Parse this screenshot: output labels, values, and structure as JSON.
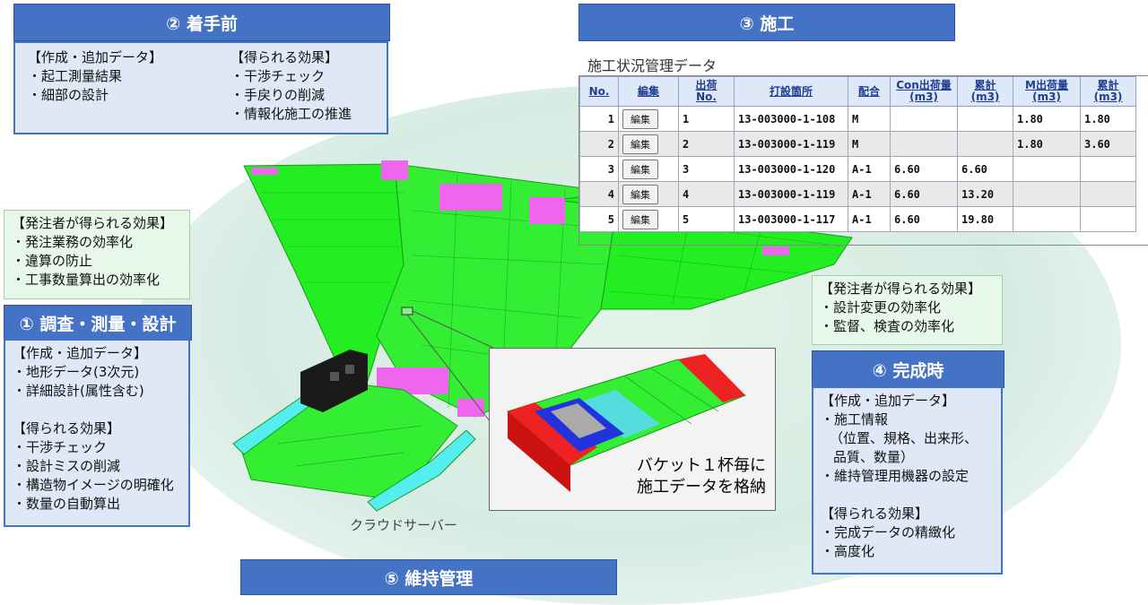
{
  "step2": {
    "header": "② 着手前",
    "left_title": "【作成・追加データ】",
    "left_items": [
      "・起工測量結果",
      "・細部の設計"
    ],
    "right_title": "【得られる効果】",
    "right_items": [
      "・干渉チェック",
      "・手戻りの削減",
      "・情報化施工の推進"
    ]
  },
  "step3": {
    "header": "③ 施工",
    "table_title": "施工状況管理データ",
    "columns": [
      "No.",
      "編集",
      "出荷\nNo.",
      "打設箇所",
      "配合",
      "Con出荷量\n(m3)",
      "累計\n(m3)",
      "M出荷量\n(m3)",
      "累計\n(m3)"
    ],
    "edit_label": "編集",
    "rows": [
      [
        "1",
        "1",
        "13-003000-1-108",
        "M",
        "",
        "",
        "1.80",
        "1.80"
      ],
      [
        "2",
        "2",
        "13-003000-1-119",
        "M",
        "",
        "",
        "1.80",
        "3.60"
      ],
      [
        "3",
        "3",
        "13-003000-1-120",
        "A-1",
        "6.60",
        "6.60",
        "",
        ""
      ],
      [
        "4",
        "4",
        "13-003000-1-119",
        "A-1",
        "6.60",
        "13.20",
        "",
        ""
      ],
      [
        "5",
        "5",
        "13-003000-1-117",
        "A-1",
        "6.60",
        "19.80",
        "",
        ""
      ]
    ]
  },
  "client_effect_left": {
    "title": "【発注者が得られる効果】",
    "items": [
      "・発注業務の効率化",
      "・違算の防止",
      "・工事数量算出の効率化"
    ]
  },
  "step1": {
    "header": "① 調査・測量・設計",
    "create_title": "【作成・追加データ】",
    "create_items": [
      "・地形データ(3次元)",
      "・詳細設計(属性含む)"
    ],
    "effect_title": "【得られる効果】",
    "effect_items": [
      "・干渉チェック",
      "・設計ミスの削減",
      "・構造物イメージの明確化",
      "・数量の自動算出"
    ]
  },
  "client_effect_right": {
    "title": "【発注者が得られる効果】",
    "items": [
      "・設計変更の効率化",
      "・監督、検査の効率化"
    ]
  },
  "step4": {
    "header": "④ 完成時",
    "create_title": "【作成・追加データ】",
    "create_items": [
      "・施工情報",
      "（位置、規格、出来形、",
      "品質、数量）",
      "・維持管理用機器の設定"
    ],
    "effect_title": "【得られる効果】",
    "effect_items": [
      "・完成データの精緻化",
      "・高度化"
    ]
  },
  "step5": {
    "header": "⑤ 維持管理"
  },
  "callout": {
    "line1": "バケット１杯毎に",
    "line2": "施工データを格納"
  },
  "cloud_label": "クラウドサーバー",
  "colors": {
    "header_blue": "#4472c4",
    "model_green": "#22ee22",
    "model_magenta": "#ee66ee",
    "model_cyan": "#55eeee"
  }
}
